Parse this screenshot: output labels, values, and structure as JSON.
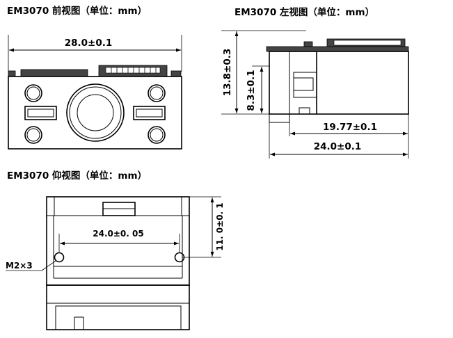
{
  "views": {
    "front": {
      "title": "EM3070 前视图（单位：mm）",
      "width_dim": "28.0±0.1"
    },
    "left": {
      "title": "EM3070 左视图（单位：mm）",
      "height_total_dim": "13.8±0.3",
      "height_inner_dim": "8.3±0.1",
      "length_inner_dim": "19.77±0.1",
      "length_total_dim": "24.0±0.1"
    },
    "bottom": {
      "title": "EM3070 仰视图（单位：mm）",
      "hole_spacing_dim": "24.0±0. 05",
      "height_dim": "11. 0±0. 1",
      "screw_label": "M2×3"
    }
  },
  "colors": {
    "line": "#000000",
    "pcb": "#444444",
    "background": "#ffffff"
  }
}
